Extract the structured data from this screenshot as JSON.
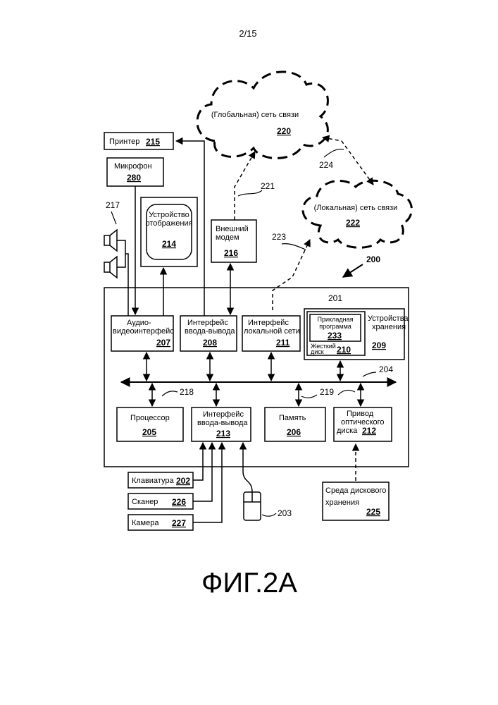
{
  "page_number": "2/15",
  "figure_label": "ФИГ.2А",
  "refs": {
    "system": "200",
    "computer": "201",
    "bus": "204",
    "bus_link_218": "218",
    "bus_link_219": "219",
    "speakers": "217",
    "mouse": "203",
    "wan_link": "221",
    "lan_link": "223",
    "net_link": "224"
  },
  "boxes": {
    "printer": {
      "label": "Принтер",
      "num": "215"
    },
    "microphone": {
      "label": "Микрофон",
      "num": "280"
    },
    "display": {
      "label1": "Устройство",
      "label2": "отображения",
      "num": "214"
    },
    "modem": {
      "label1": "Внешний",
      "label2": "модем",
      "num": "216"
    },
    "av_interface": {
      "label1": "Аудио-",
      "label2": "видеоинтерфейс",
      "num": "207"
    },
    "io_interface_208": {
      "label1": "Интерфейс",
      "label2": "ввода-вывода",
      "num": "208"
    },
    "lan_interface": {
      "label1": "Интерфейс",
      "label2": "локальной сети",
      "num": "211"
    },
    "storage": {
      "label1": "Устройства",
      "label2": "хранения",
      "num": "209"
    },
    "app_program": {
      "label1": "Прикладная",
      "label2": "программа",
      "num": "233"
    },
    "hard_disk": {
      "label1": "Жесткий",
      "label2": "диск",
      "num": "210"
    },
    "processor": {
      "label": "Процессор",
      "num": "205"
    },
    "io_interface_213": {
      "label1": "Интерфейс",
      "label2": "ввода-вывода",
      "num": "213"
    },
    "memory": {
      "label": "Память",
      "num": "206"
    },
    "optical_drive": {
      "label1": "Привод",
      "label2": "оптического",
      "label3": "диска",
      "num": "212"
    },
    "keyboard": {
      "label": "Клавиатура",
      "num": "202"
    },
    "scanner": {
      "label": "Сканер",
      "num": "226"
    },
    "camera": {
      "label": "Камера",
      "num": "227"
    },
    "disk_media": {
      "label1": "Среда дискового",
      "label2": "хранения",
      "num": "225"
    }
  },
  "clouds": {
    "global": {
      "label": "(Глобальная) сеть связи",
      "num": "220"
    },
    "local": {
      "label": "(Локальная) сеть связи",
      "num": "222"
    }
  }
}
